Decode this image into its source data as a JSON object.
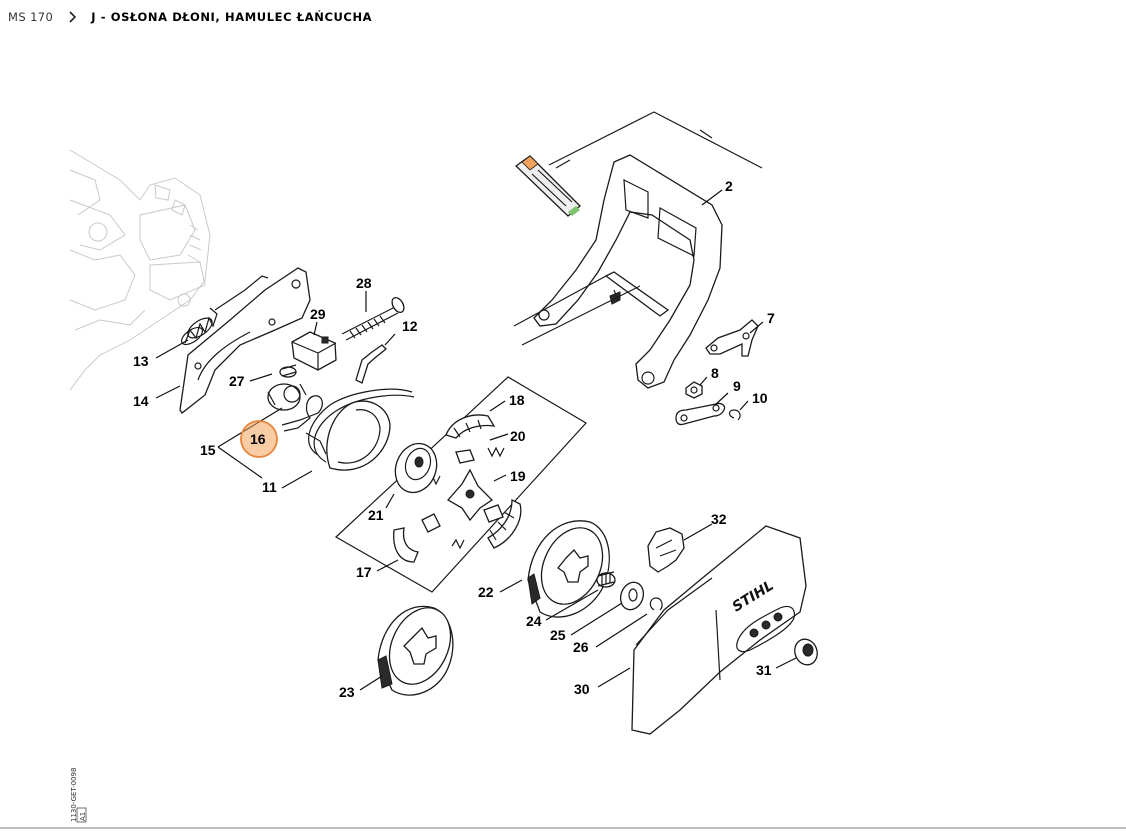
{
  "breadcrumb": {
    "model": "MS 170",
    "title": "J - OSŁONA DŁONI, HAMULEC ŁAŃCUCHA"
  },
  "diagram": {
    "drawing_code": "1130-GET-0098",
    "drawing_code_suffix": "A1",
    "highlight_color": "#f2a25b",
    "highlighted_part": "16",
    "labels": {
      "p2": "2",
      "p7": "7",
      "p8": "8",
      "p9": "9",
      "p10": "10",
      "p11": "11",
      "p12": "12",
      "p13": "13",
      "p14": "14",
      "p15": "15",
      "p16": "16",
      "p17": "17",
      "p18": "18",
      "p19": "19",
      "p20": "20",
      "p21": "21",
      "p22": "22",
      "p23": "23",
      "p24": "24",
      "p25": "25",
      "p26": "26",
      "p27": "27",
      "p28": "28",
      "p29": "29",
      "p30": "30",
      "p31": "31",
      "p32": "32"
    },
    "cover_brand": "STIHL"
  }
}
